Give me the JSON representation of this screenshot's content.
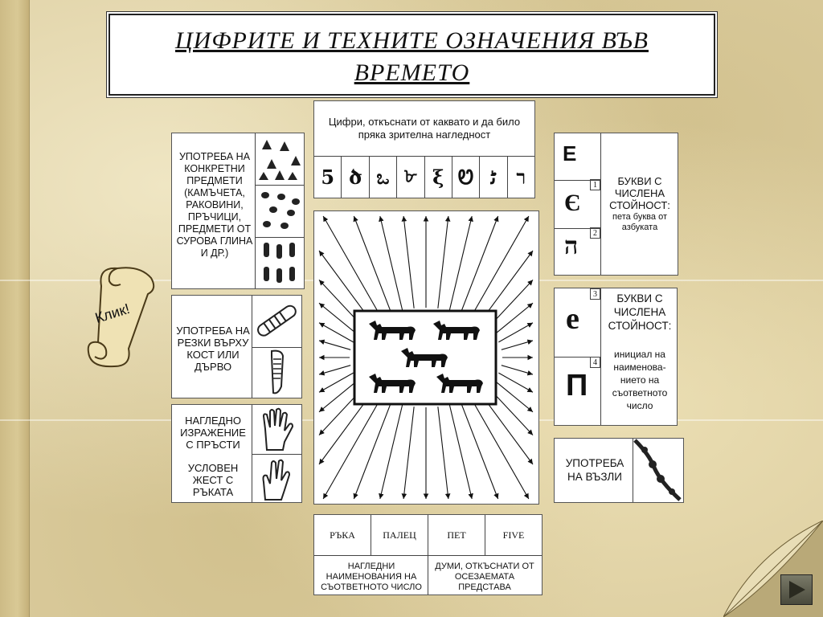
{
  "title": "ЦИФРИТЕ И ТЕХНИТЕ ОЗНАЧЕНИЯ ВЪВ ВРЕМЕТО",
  "scroll_button": {
    "label": "Клик!"
  },
  "concrete_objects": {
    "label": "УПОТРЕБА НА КОНКРЕТНИ ПРЕДМЕТИ (камъчета, раковини, пръчици, предмети от сурова глина и др.)"
  },
  "notches": {
    "label": "УПОТРЕБА НА РЕЗКИ ВЪРХУ КОСТ ИЛИ ДЪРВО"
  },
  "fingers": {
    "label_top": "НАГЛЕДНО ИЗРАЖЕНИЕ С ПРЪСТИ",
    "label_bottom": "УСЛОВЕН ЖЕСТ С РЪКАТА"
  },
  "digits": {
    "caption": "Цифри, откъснати от каквато и да било пряка зрителна нагледност",
    "glyphs": [
      "5",
      "ծ",
      "ಒ",
      "৮",
      "ξ",
      "Ꮼ",
      "ﮢ",
      "ר"
    ]
  },
  "letters_1": {
    "letters": [
      "E",
      "Є",
      "ה"
    ],
    "nums": [
      "1",
      "2"
    ],
    "heading": "БУКВИ С ЧИСЛЕНА СТОЙНОСТ:",
    "sub": "пета буква от азбуката"
  },
  "letters_2": {
    "letters": [
      "e",
      "П"
    ],
    "nums": [
      "3",
      "4"
    ],
    "heading": "БУКВИ С ЧИСЛЕНА СТОЙНОСТ:",
    "sub": "инициал на наименова-нието на съответното число"
  },
  "knots": {
    "label": "УПОТРЕБА НА ВЪЗЛИ"
  },
  "words": {
    "cells": [
      "РЪКА",
      "ПАЛЕЦ",
      "ПЕТ",
      "FIVE"
    ],
    "left_caption": "НАГЛЕДНИ НАИМЕНОВАНИЯ НА СЪОТВЕТНОТО ЧИСЛО",
    "right_caption": "ДУМИ, ОТКЪСНАТИ ОТ ОСЕЗАЕМАТА ПРЕДСТАВА"
  }
}
